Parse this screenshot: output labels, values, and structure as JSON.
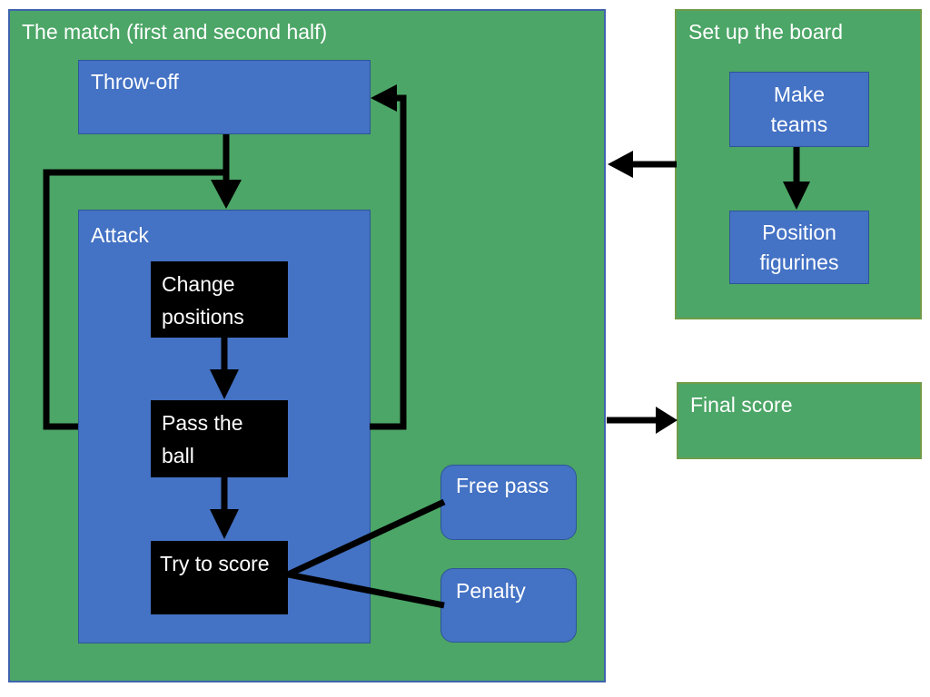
{
  "colors": {
    "green_fill": "#4ca667",
    "green_border": "#6f9c4a",
    "blue_fill": "#4472c4",
    "blue_border": "#2f5597",
    "match_border": "#3e63ad",
    "connector_black": "#000000",
    "text_white": "#ffffff"
  },
  "match": {
    "title": "The match (first and second half)",
    "throw_off": "Throw-off",
    "attack": "Attack",
    "change_positions": "Change\npositions",
    "pass_the_ball": "Pass the\nball",
    "try_to_score": "Try to score",
    "free_pass": "Free pass",
    "penalty": "Penalty"
  },
  "setup": {
    "title": "Set up the board",
    "make_teams": "Make\nteams",
    "position_figurines": "Position\nfigurines"
  },
  "final_score": {
    "title": "Final score"
  }
}
